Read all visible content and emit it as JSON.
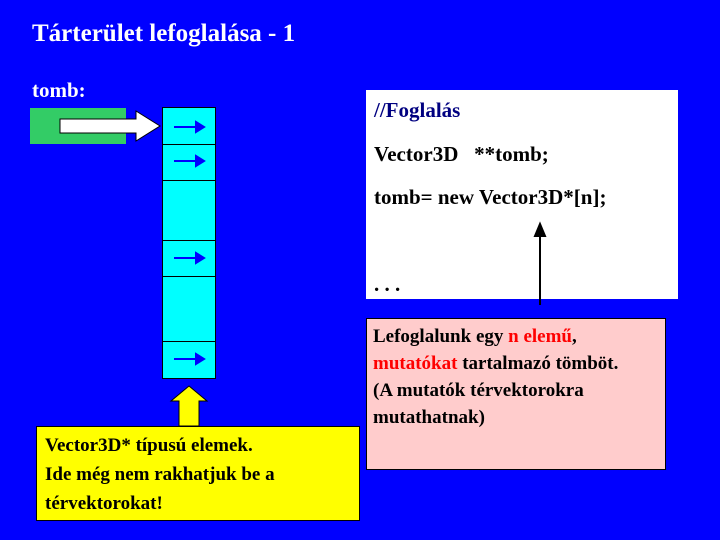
{
  "title": "Tárterület lefoglalása - 1",
  "pointer_label": "tomb:",
  "code": {
    "comment": "//Foglalás",
    "line1": "Vector3D   **tomb;",
    "line2": "tomb= new Vector3D*[n];",
    "ellipsis": ". . ."
  },
  "note_pink": {
    "p1": "Lefoglalunk egy ",
    "red1": "n elemű",
    "p2": ",",
    "red2": "mutatókat",
    "p3": " tartalmazó tömböt.",
    "p4": "(A mutatók térvektorokra mutathatnak)"
  },
  "note_yellow": {
    "line1": "Vector3D* típusú elemek.",
    "line2": "Ide még nem rakhatjuk be a térvektorokat!"
  },
  "colors": {
    "background": "#0000FF",
    "array_fill": "#00FFFF",
    "pointer_fill": "#33CC66",
    "pink_note": "#FFCCCC",
    "yellow_note": "#FFFF00",
    "highlight": "#FF0000"
  },
  "icons": [
    "right-arrow-icon",
    "up-arrow-icon",
    "block-arrow-icon"
  ]
}
